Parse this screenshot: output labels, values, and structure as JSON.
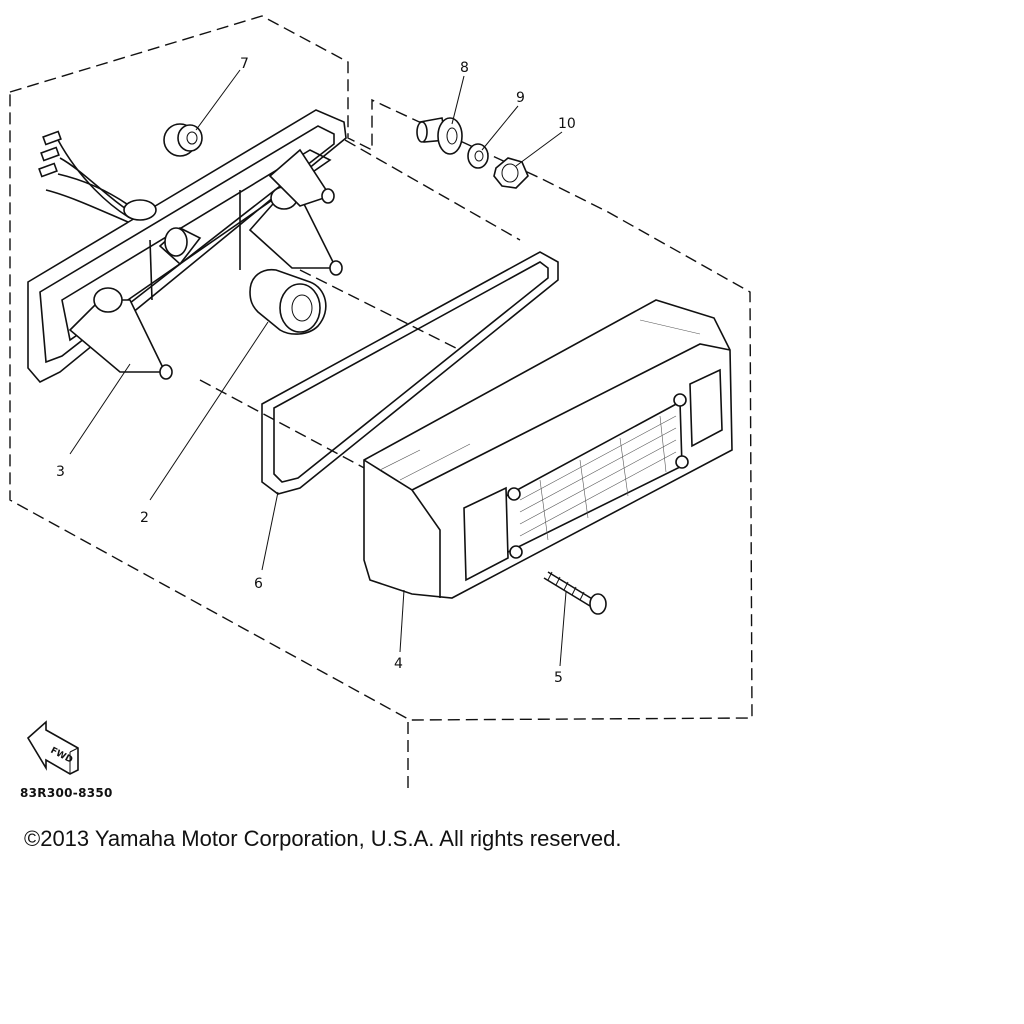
{
  "diagram": {
    "callouts": [
      "7",
      "8",
      "9",
      "10",
      "3",
      "2",
      "6",
      "4",
      "5"
    ],
    "drawing_code": "83R300-8350",
    "direction_label": "FWD"
  },
  "footer": {
    "copyright": "©2013 Yamaha Motor Corporation, U.S.A. All rights reserved."
  }
}
